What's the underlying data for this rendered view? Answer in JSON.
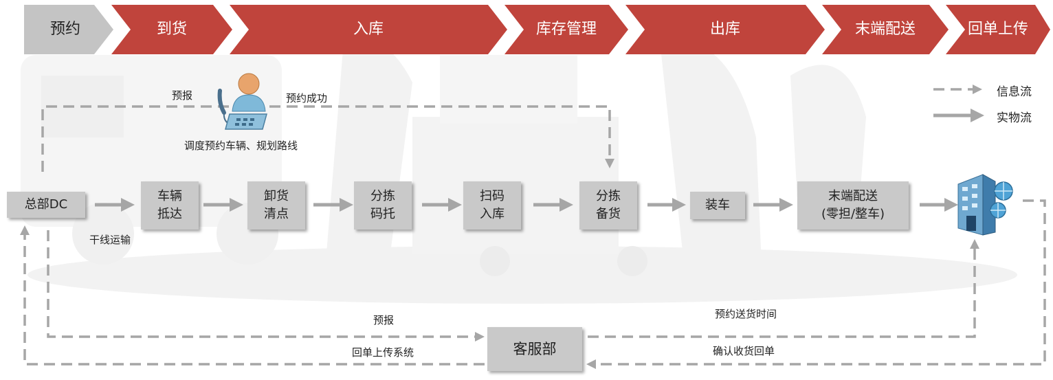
{
  "stages": [
    "预约",
    "到货",
    "入库",
    "库存管理",
    "出库",
    "末端配送",
    "回单上传"
  ],
  "colors": {
    "stage_first": "#c4c4c4",
    "stage_rest": "#c0443c",
    "box": "#c9c9c9",
    "arrow": "#a6a6a6"
  },
  "legend": {
    "info_flow": "信息流",
    "physical_flow": "实物流"
  },
  "process": {
    "hq": "总部DC",
    "arrive": "车辆\n抵达",
    "unload": "卸货\n清点",
    "sort_pallet": "分拣\n码托",
    "scan_in": "扫码\n入库",
    "sort_pick": "分拣\n备货",
    "load": "装车",
    "last_mile": "末端配送\n(零担/整车)"
  },
  "labels": {
    "forecast_top": "预报",
    "booking_success": "预约成功",
    "dispatch": "调度预约车辆、规划路线",
    "trunk": "干线运输",
    "forecast_bottom": "预报",
    "delivery_time": "预约送货时间",
    "receipt_upload": "回单上传系统",
    "confirm_receipt": "确认收货回单"
  },
  "customer_service": "客服部",
  "icons": {
    "dispatcher": "dispatcher-phone-icon",
    "destination": "building-network-icon"
  }
}
